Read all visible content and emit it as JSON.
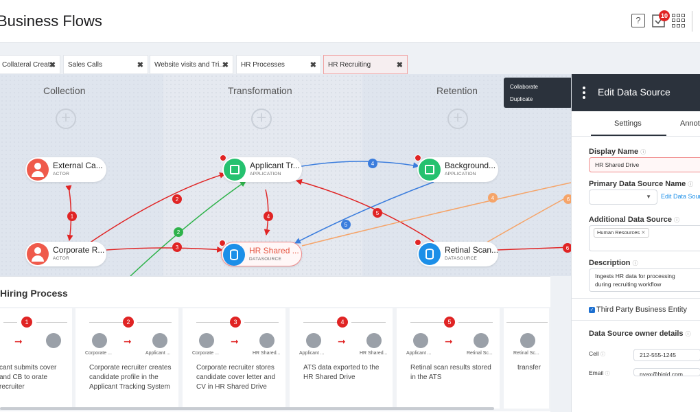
{
  "header": {
    "title": "Business Flows",
    "tasks_badge": "10"
  },
  "tabs": [
    {
      "label": "Collateral Creat..."
    },
    {
      "label": "Sales Calls"
    },
    {
      "label": "Website visits and Tri..."
    },
    {
      "label": "HR Processes"
    },
    {
      "label": "HR Recruiting"
    }
  ],
  "lanes": [
    {
      "title": "Collection"
    },
    {
      "title": "Transformation"
    },
    {
      "title": "Retention"
    }
  ],
  "nodes": [
    {
      "name": "External Ca...",
      "type": "ACTOR"
    },
    {
      "name": "Corporate R...",
      "type": "ACTOR"
    },
    {
      "name": "Applicant Tr...",
      "type": "APPLICATION"
    },
    {
      "name": "HR Shared ...",
      "type": "DATASOURCE"
    },
    {
      "name": "Background...",
      "type": "APPLICATION"
    },
    {
      "name": "Retinal Scan...",
      "type": "DATASOURCE"
    }
  ],
  "edge_labels": [
    "1",
    "2",
    "2",
    "3",
    "4",
    "4",
    "5",
    "5",
    "6",
    "4",
    "6"
  ],
  "context_menu": {
    "collaborate": "Collaborate",
    "duplicate": "Duplicate"
  },
  "bottom": {
    "title": "Hiring Process",
    "steps": [
      {
        "num": "1",
        "from": "",
        "to": "",
        "desc": "cant submits cover and CB to orate recruiter"
      },
      {
        "num": "2",
        "from": "Corporate ...",
        "to": "Applicant ...",
        "desc": "Corporate recruiter creates candidate profile in the Applicant Tracking System"
      },
      {
        "num": "3",
        "from": "Corporate ...",
        "to": "HR Shared...",
        "desc": "Corporate recruiter stores candidate cover letter and CV in HR Shared Drive"
      },
      {
        "num": "4",
        "from": "Applicant ...",
        "to": "HR Shared...",
        "desc": "ATS data exported to the HR Shared Drive"
      },
      {
        "num": "5",
        "from": "Applicant ...",
        "to": "Retinal Sc...",
        "desc": "Retinal scan results stored in the ATS"
      },
      {
        "num": "",
        "from": "Retinal Sc...",
        "to": "",
        "desc": "transfer"
      }
    ]
  },
  "panel": {
    "title": "Edit Data Source",
    "tab_settings": "Settings",
    "tab_annot": "Annot",
    "display_name_label": "Display Name",
    "display_name_value": "HR Shared Drive",
    "primary_label": "Primary Data Source Name",
    "edit_link": "Edit Data Sour",
    "additional_label": "Additional Data Source",
    "chip": "Human Resources",
    "description_label": "Description",
    "description_line1": "Ingests HR data for processing",
    "description_line2": "during recruiting workflow",
    "third_party_label": "Third Party Business Entity",
    "owner_label": "Data Source owner details",
    "cell_label": "Cell",
    "cell_value": "212-555-1245",
    "email_label": "Email",
    "email_value": "nyax@bigid.com"
  },
  "colors": {
    "red": "#e02424",
    "blue": "#3b7ddd",
    "green": "#2eb24a",
    "orange": "#f5a469",
    "panel_dark": "#2b323c"
  }
}
